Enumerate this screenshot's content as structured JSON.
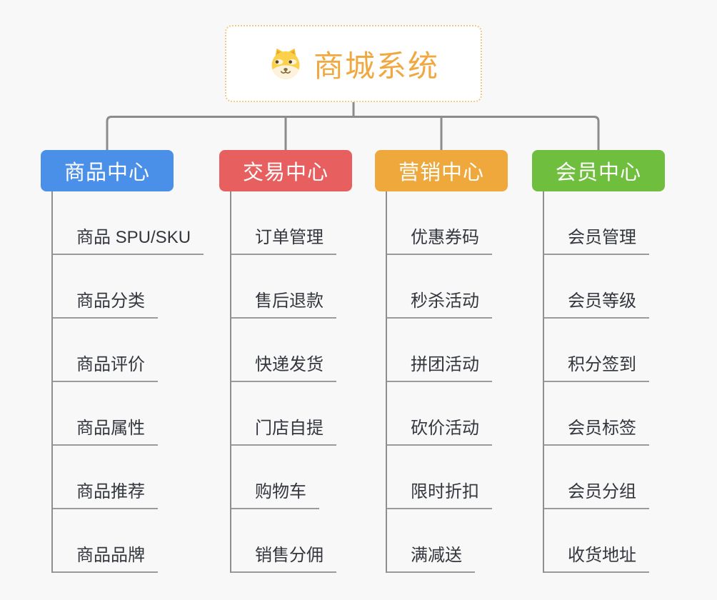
{
  "root": {
    "title": "商城系统",
    "icon": "doge-face-icon"
  },
  "branches": [
    {
      "id": "product-center",
      "label": "商品中心",
      "color": "#4B90E8",
      "children": [
        "商品 SPU/SKU",
        "商品分类",
        "商品评价",
        "商品属性",
        "商品推荐",
        "商品品牌"
      ]
    },
    {
      "id": "trade-center",
      "label": "交易中心",
      "color": "#E85F5F",
      "children": [
        "订单管理",
        "售后退款",
        "快递发货",
        "门店自提",
        "购物车",
        "销售分佣"
      ]
    },
    {
      "id": "marketing-center",
      "label": "营销中心",
      "color": "#EFA83B",
      "children": [
        "优惠券码",
        "秒杀活动",
        "拼团活动",
        "砍价活动",
        "限时折扣",
        "满减送"
      ]
    },
    {
      "id": "member-center",
      "label": "会员中心",
      "color": "#6FBE3E",
      "children": [
        "会员管理",
        "会员等级",
        "积分签到",
        "会员标签",
        "会员分组",
        "收货地址"
      ]
    }
  ],
  "colors": {
    "root_text": "#F0A840",
    "root_border": "#F3C988",
    "connector": "#8C8C8C",
    "child_text": "#33373D",
    "child_underline": "#9B9B9B",
    "canvas_background": "#F8F8F8"
  }
}
